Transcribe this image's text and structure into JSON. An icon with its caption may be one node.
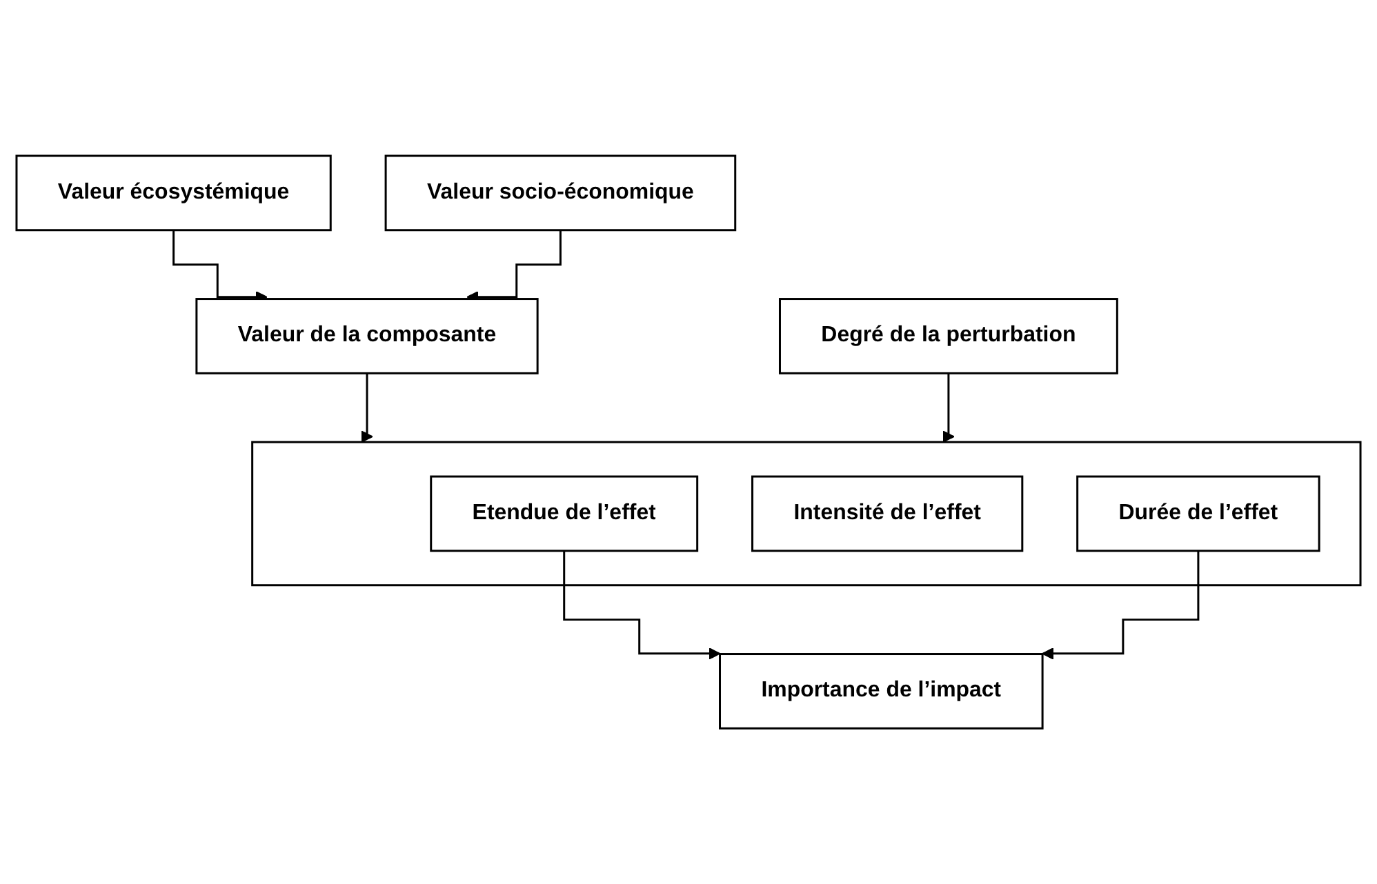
{
  "diagram": {
    "nodes": [
      {
        "text": [
          "Valeur écosystémique"
        ]
      },
      {
        "text": [
          "Valeur socio-économique"
        ]
      },
      {
        "text": [
          "Valeur de la composante"
        ]
      },
      {
        "text": [
          "Degré de la perturbation"
        ]
      },
      {
        "text": [],
        "shape": "box"
      },
      {
        "text": [
          "Etendue de l’effet"
        ],
        "in": 4
      },
      {
        "text": [
          "Intensité de l’effet"
        ],
        "in": 4
      },
      {
        "text": [
          "Durée de l’effet"
        ],
        "in": 4
      },
      {
        "text": [
          "Importance de l’impact"
        ]
      }
    ],
    "edges": [
      {
        "from": 0,
        "to": 2,
        "arrow": "to"
      },
      {
        "from": 1,
        "to": 2,
        "arrow": "to"
      },
      {
        "from": 2,
        "to": 4,
        "arrow": "to"
      },
      {
        "from": 3,
        "to": 4,
        "arrow": "to"
      },
      {
        "from": 5,
        "to": 8,
        "arrow": "to"
      },
      {
        "from": 7,
        "to": 8,
        "arrow": "to"
      }
    ]
  }
}
